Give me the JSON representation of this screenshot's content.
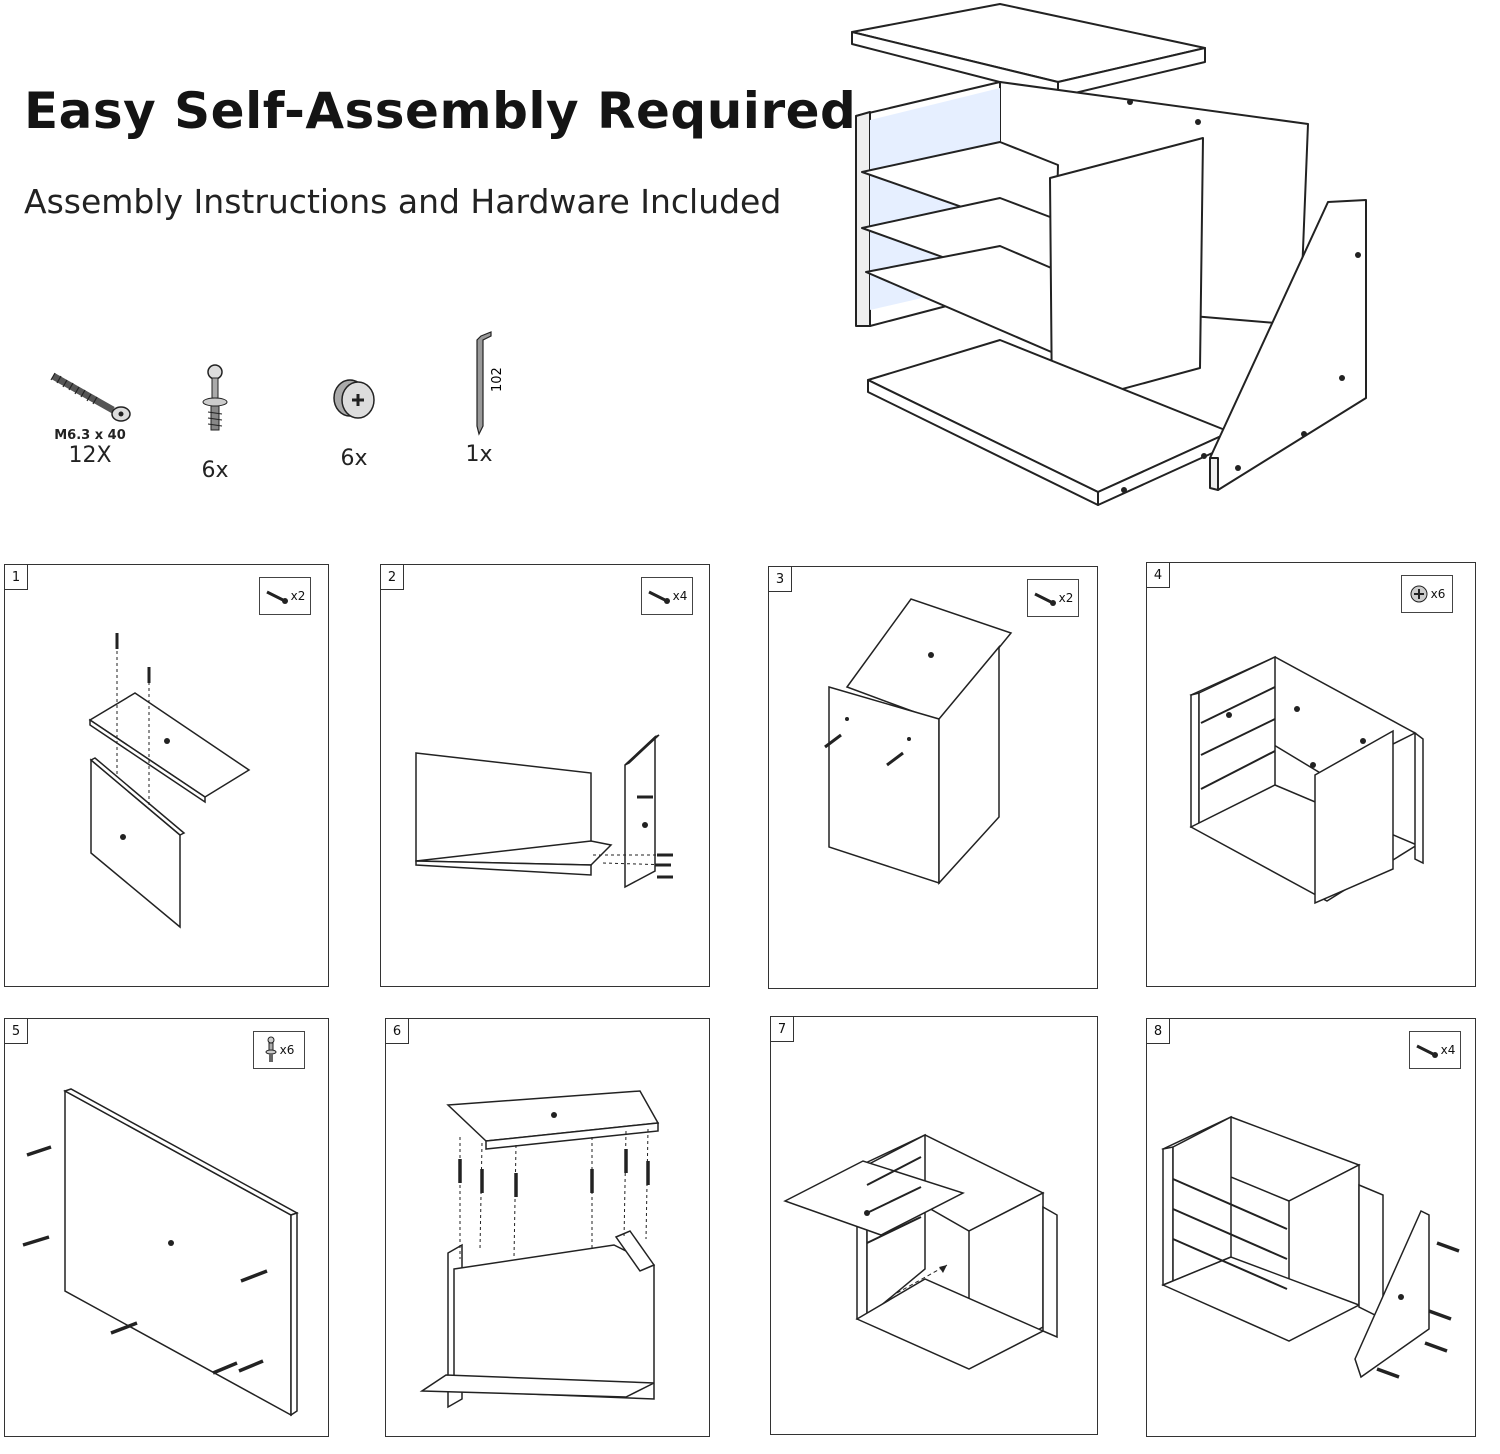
{
  "header": {
    "title": "Easy Self-Assembly Required",
    "subtitle": "Assembly Instructions and Hardware Included"
  },
  "hardware": [
    {
      "icon": "screw-icon",
      "spec": "M6.3 x 40",
      "qty": "12X"
    },
    {
      "icon": "cam-bolt-icon",
      "qty": "6x"
    },
    {
      "icon": "cam-lock-icon",
      "qty": "6x"
    },
    {
      "icon": "allen-key-icon",
      "size_label": "102",
      "qty": "1x"
    }
  ],
  "steps": [
    {
      "number": "1",
      "hardware_icon": "screw-icon",
      "hardware_qty": "x2"
    },
    {
      "number": "2",
      "hardware_icon": "screw-icon",
      "hardware_qty": "x4"
    },
    {
      "number": "3",
      "hardware_icon": "screw-icon",
      "hardware_qty": "x2"
    },
    {
      "number": "4",
      "hardware_icon": "cam-lock-icon",
      "hardware_qty": "x6"
    },
    {
      "number": "5",
      "hardware_icon": "cam-bolt-icon",
      "hardware_qty": "x6"
    },
    {
      "number": "6"
    },
    {
      "number": "7"
    },
    {
      "number": "8",
      "hardware_icon": "screw-icon",
      "hardware_qty": "x4"
    }
  ]
}
